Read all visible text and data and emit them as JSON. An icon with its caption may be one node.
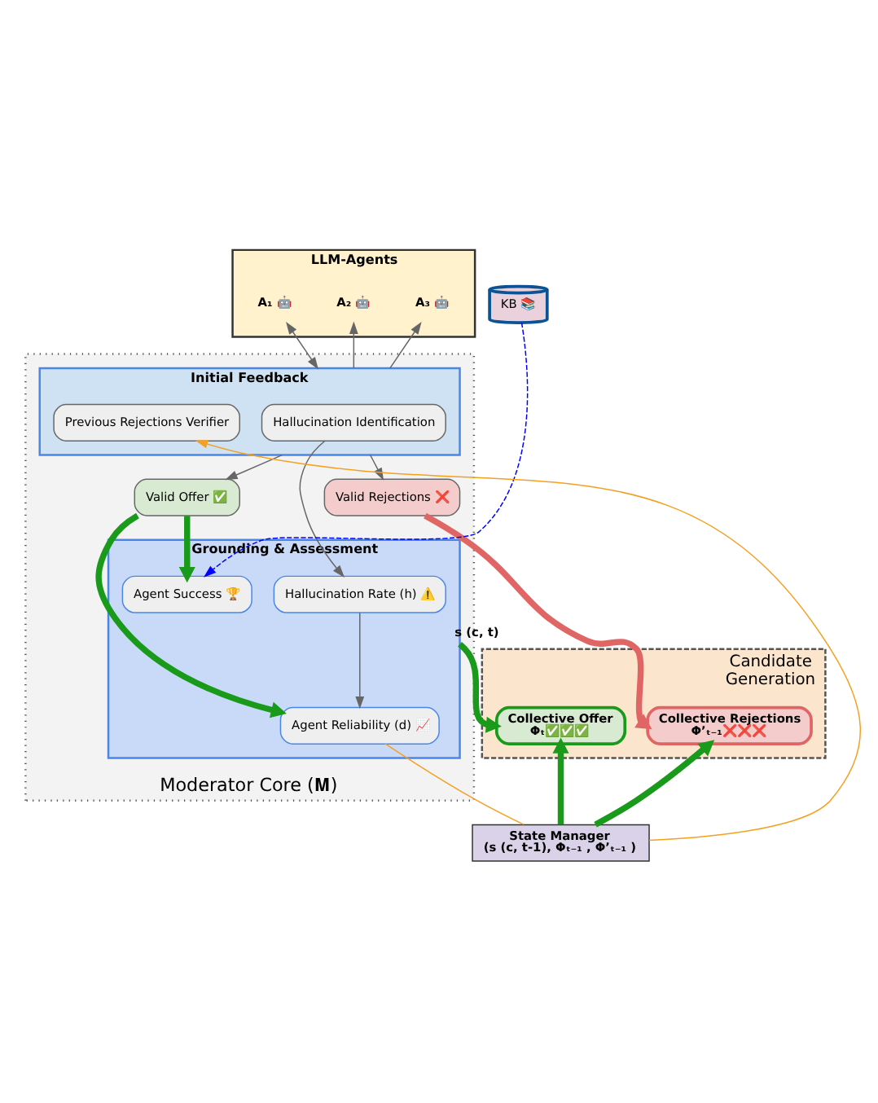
{
  "diagram": {
    "nodes": [
      {
        "text": [
          "LLM-Agents"
        ]
      },
      {
        "text": [
          "A₁ 🤖"
        ],
        "in": 0
      },
      {
        "text": [
          "A₂ 🤖"
        ],
        "in": 0
      },
      {
        "text": [
          "A₃ 🤖"
        ],
        "in": 0
      },
      {
        "text": [
          "Moderator Core (𝐌)"
        ]
      },
      {
        "text": [
          "Initial Feedback"
        ],
        "in": 4
      },
      {
        "text": [
          "Hallucination Identification"
        ],
        "in": 5
      },
      {
        "text": [
          "Previous Rejections Verifier"
        ],
        "in": 5
      },
      {
        "text": [
          "Valid Offer ✅"
        ],
        "in": 4
      },
      {
        "text": [
          "Valid Rejections ❌"
        ],
        "in": 4
      },
      {
        "text": [
          "Grounding & Assessment"
        ],
        "in": 4
      },
      {
        "text": [
          "Agent Success 🏆"
        ],
        "in": 10
      },
      {
        "text": [
          "Hallucination Rate (h) ⚠️"
        ],
        "in": 10
      },
      {
        "text": [
          "Agent Reliability (d) 📈"
        ],
        "in": 10
      },
      {
        "text": [
          "Candidate Generation"
        ]
      },
      {
        "text": [
          "Collective Offer",
          "Φₜ✅✅✅"
        ],
        "in": 14
      },
      {
        "text": [
          "Collective Rejections",
          "Φ’ₜ₋₁❌❌❌"
        ],
        "in": 14
      },
      {
        "text": [
          "KB 📚"
        ]
      },
      {
        "text": [
          "State Manager",
          "(s (c, t-1), Φₜ₋₁ , Φ’ₜ₋₁ )"
        ]
      }
    ],
    "edges": [
      {
        "from": 5,
        "to": 1,
        "arrow": "both"
      },
      {
        "from": 5,
        "to": 2,
        "arrow": "to"
      },
      {
        "from": 5,
        "to": 3,
        "arrow": "to"
      },
      {
        "from": 5,
        "to": 8,
        "arrow": "to"
      },
      {
        "from": 5,
        "to": 9,
        "arrow": "to"
      },
      {
        "from": 6,
        "to": 12,
        "arrow": "to"
      },
      {
        "from": 12,
        "to": 13,
        "arrow": "to"
      },
      {
        "from": 8,
        "to": 11,
        "arrow": "to",
        "style": "thick",
        "color": "#1a9a1a"
      },
      {
        "from": 8,
        "to": 13,
        "arrow": "to",
        "style": "thick",
        "color": "#1a9a1a"
      },
      {
        "from": 10,
        "to": 15,
        "arrow": "to",
        "label": "s (c, t)",
        "style": "thick",
        "color": "#1a9a1a"
      },
      {
        "from": 9,
        "to": 16,
        "arrow": "to",
        "style": "thick",
        "color": "#e06666"
      },
      {
        "from": 18,
        "to": 15,
        "arrow": "to",
        "style": "thick",
        "color": "#1a9a1a"
      },
      {
        "from": 18,
        "to": 16,
        "arrow": "to",
        "style": "thick",
        "color": "#1a9a1a"
      },
      {
        "from": 17,
        "to": 11,
        "arrow": "to",
        "style": "dashed",
        "color": "#0000ff"
      },
      {
        "from": 18,
        "to": 7,
        "arrow": "to",
        "color": "#f4a020"
      },
      {
        "from": 13,
        "to": 18,
        "arrow": "none",
        "color": "#f4a020"
      }
    ]
  }
}
